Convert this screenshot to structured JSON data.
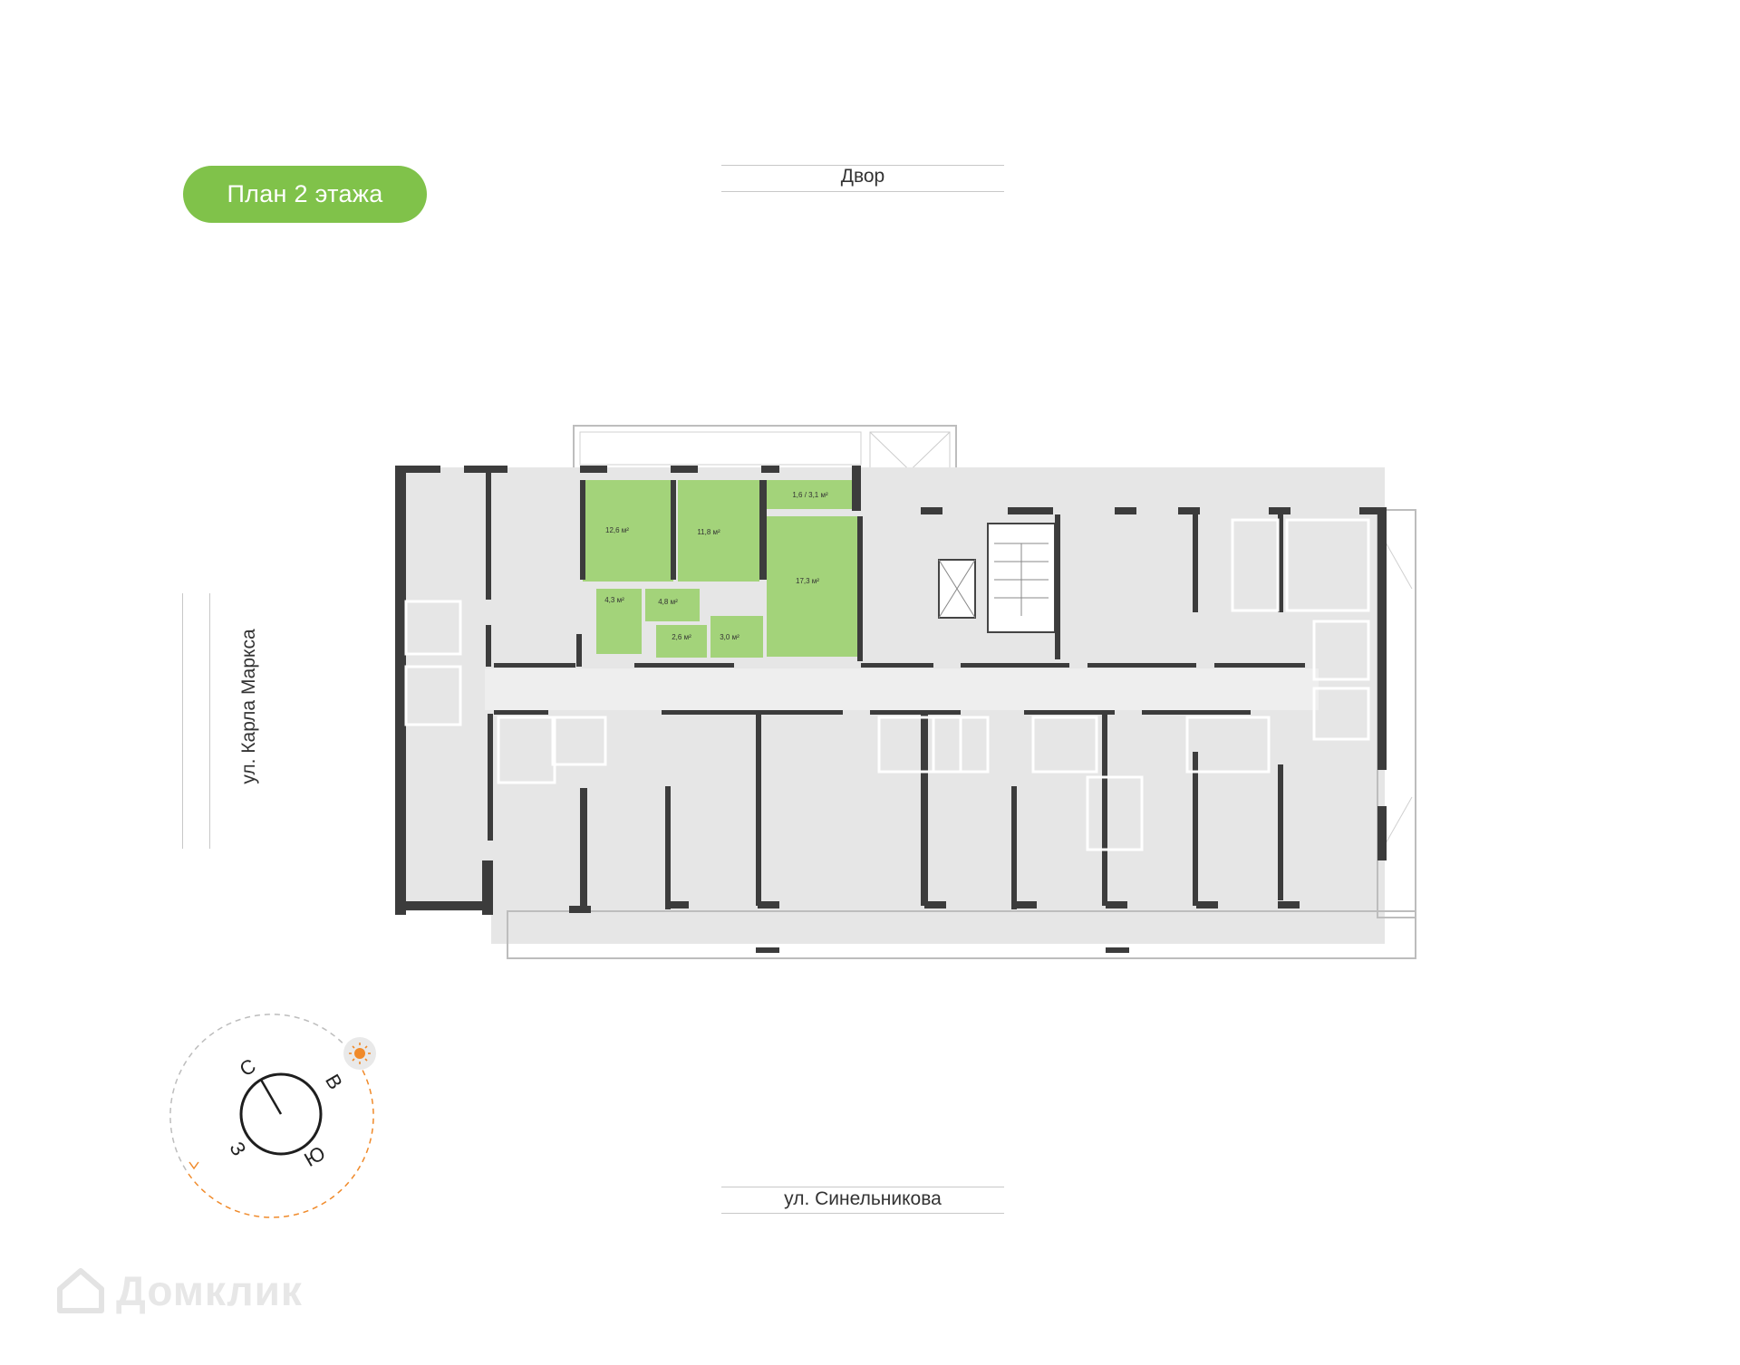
{
  "floor_badge": {
    "label": "План 2 этажа",
    "color": "#80c24a"
  },
  "streets": {
    "top": "Двор",
    "bottom": "ул. Синельникова",
    "left": "ул. Карла Маркса"
  },
  "apartment": {
    "highlight_color": "#a3d37a",
    "rooms": [
      {
        "id": "room-1",
        "area": "12,6 м²"
      },
      {
        "id": "room-2",
        "area": "11,8 м²"
      },
      {
        "id": "room-3",
        "area": "17,3 м²"
      },
      {
        "id": "balcony",
        "area": "1,6 / 3,1 м²"
      },
      {
        "id": "room-4",
        "area": "4,3 м²"
      },
      {
        "id": "room-5",
        "area": "4,8 м²"
      },
      {
        "id": "room-6",
        "area": "2,6 м²"
      },
      {
        "id": "room-7",
        "area": "3,0 м²"
      }
    ]
  },
  "compass": {
    "north": "С",
    "east": "В",
    "south": "Ю",
    "west": "З",
    "sun_color": "#f08a2a"
  },
  "watermark": {
    "text": "Домклик"
  }
}
